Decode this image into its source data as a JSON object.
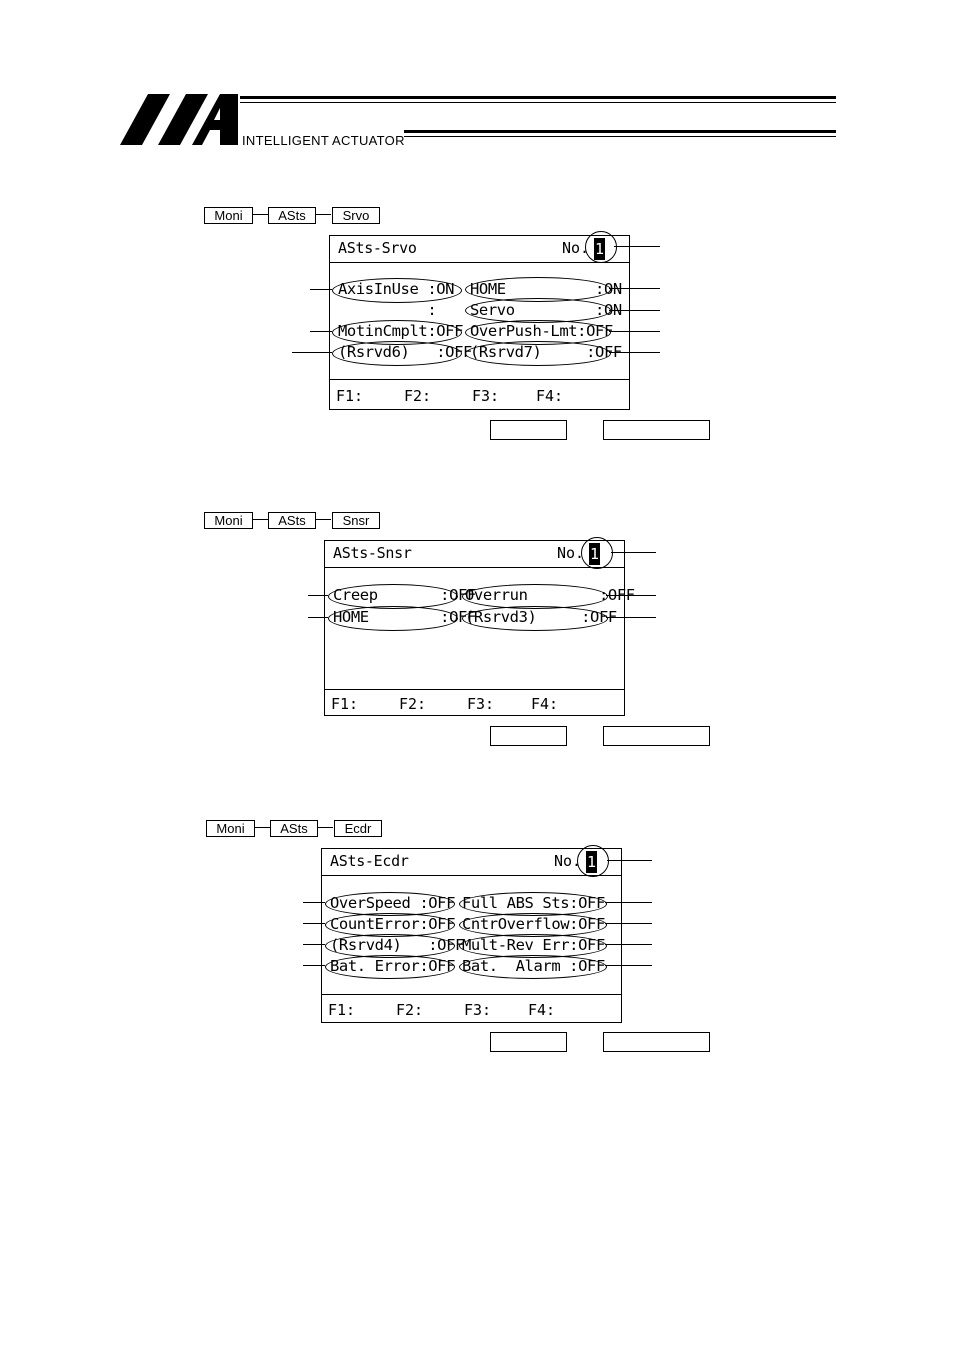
{
  "header": {
    "brand": "INTELLIGENT ACTUATOR"
  },
  "sections": [
    {
      "crumbs": [
        "Moni",
        "ASts",
        "Srvo"
      ],
      "title": "ASts-Srvo",
      "no_label": "No.",
      "no_value": "1",
      "left_fields": [
        "AxisInUse :ON",
        "          :",
        "MotinCmplt:OFF",
        "(Rsrvd6)   :OFF"
      ],
      "right_fields": [
        "HOME          :ON",
        "Servo         :ON",
        "OverPush-Lmt:OFF",
        "(Rsrvd7)     :OFF"
      ],
      "fkeys": [
        "F1:",
        "F2:",
        "F3:",
        "F4:"
      ]
    },
    {
      "crumbs": [
        "Moni",
        "ASts",
        "Snsr"
      ],
      "title": "ASts-Snsr",
      "no_label": "No.",
      "no_value": "1",
      "left_fields": [
        "Creep       :OFF",
        "HOME        :OFF"
      ],
      "right_fields": [
        "Overrun        :OFF",
        "(Rsrvd3)     :OFF"
      ],
      "fkeys": [
        "F1:",
        "F2:",
        "F3:",
        "F4:"
      ]
    },
    {
      "crumbs": [
        "Moni",
        "ASts",
        "Ecdr"
      ],
      "title": "ASts-Ecdr",
      "no_label": "No.",
      "no_value": "1",
      "left_fields": [
        "OverSpeed :OFF",
        "CountError:OFF",
        "(Rsrvd4)   :OFF",
        "Bat. Error:OFF"
      ],
      "right_fields": [
        "Full ABS Sts:OFF",
        "CntrOverflow:OFF",
        "Mult-Rev Err:OFF",
        "Bat.  Alarm :OFF"
      ],
      "fkeys": [
        "F1:",
        "F2:",
        "F3:",
        "F4:"
      ]
    }
  ]
}
